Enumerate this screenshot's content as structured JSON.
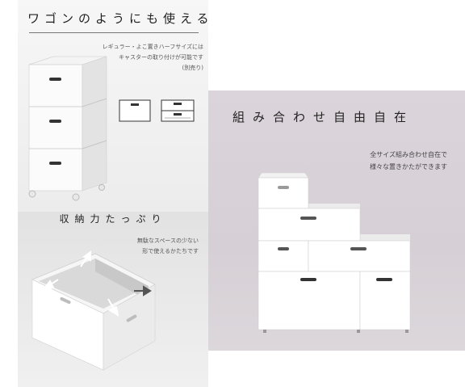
{
  "wagon": {
    "title": "ワゴンのようにも使える",
    "description": "レギュラー・よこ置きハーフサイズには\nキャスターの取り付けが可能です\n(別売り)"
  },
  "storage": {
    "title": "収納力たっぷり",
    "description": "無駄なスペースの少ない\n形で使えるかたちです"
  },
  "combination": {
    "title": "組み合わせ自由自在",
    "description": "全サイズ組み合わせ自在で\n様々な置きかたができます"
  }
}
